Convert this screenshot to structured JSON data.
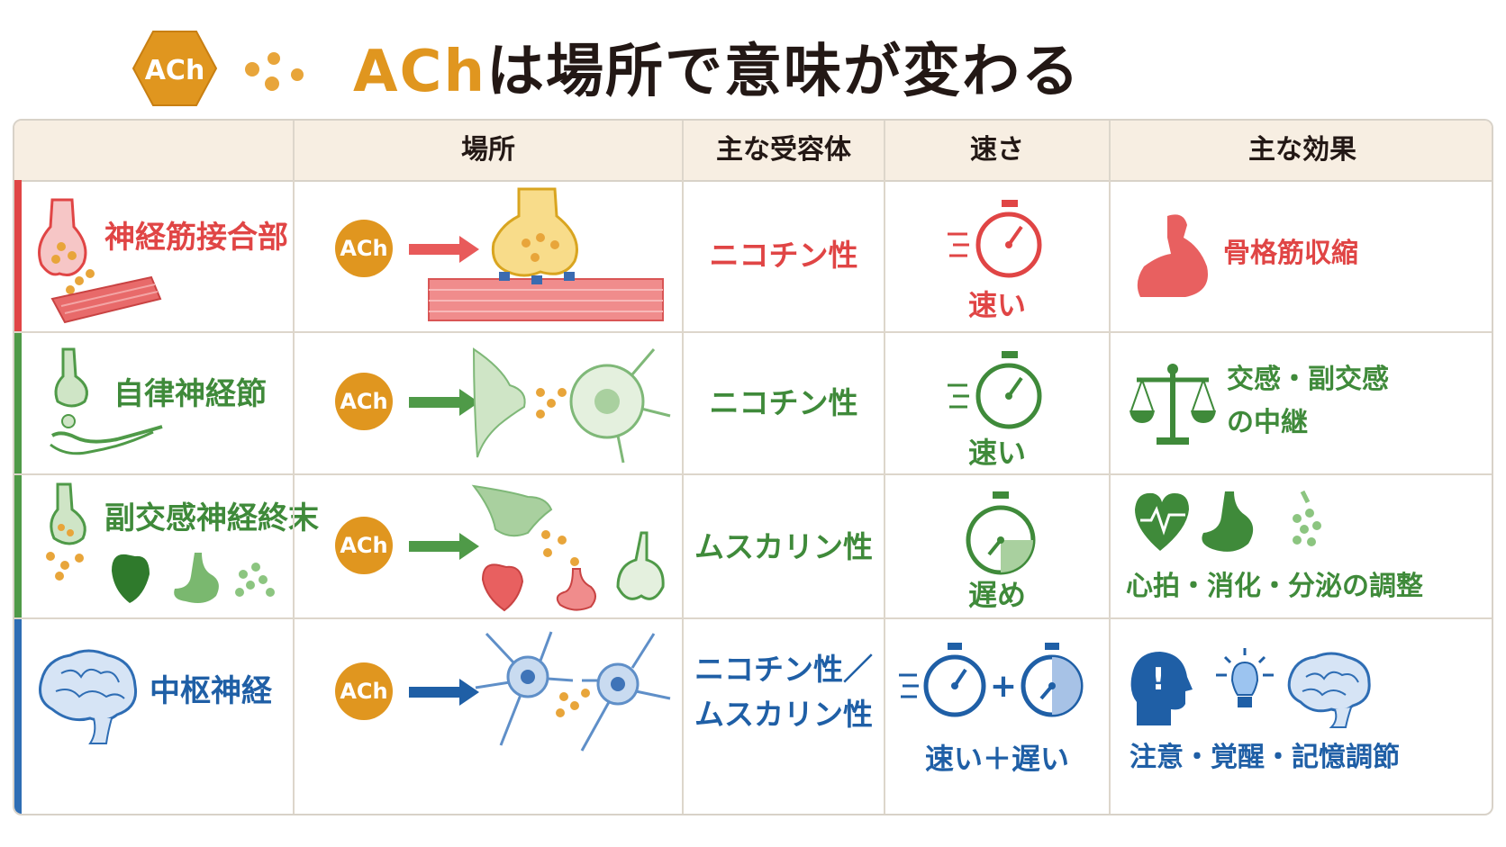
{
  "title": {
    "ach": "ACh",
    "rest": "は場所で意味が変わる"
  },
  "badge": "ACh",
  "headers": [
    "場所",
    "主な受容体",
    "速さ",
    "主な効果"
  ],
  "rows": [
    {
      "site": "神経筋接合部",
      "receptor": [
        "ニコチン性"
      ],
      "speed": "速い",
      "effect": [
        "骨格筋収縮"
      ],
      "color": "#e04545"
    },
    {
      "site": "自律神経節",
      "receptor": [
        "ニコチン性"
      ],
      "speed": "速い",
      "effect": [
        "交感・副交感",
        "の中継"
      ],
      "color": "#3f8a3a"
    },
    {
      "site": "副交感神経終末",
      "receptor": [
        "ムスカリン性"
      ],
      "speed": "遅め",
      "effect": [
        "心拍・消化・分泌の調整"
      ],
      "color": "#3f8a3a"
    },
    {
      "site": "中枢神経",
      "receptor": [
        "ニコチン性／",
        "ムスカリン性"
      ],
      "speed": "速い＋遅い",
      "effect": [
        "注意・覚醒・記憶調節"
      ],
      "color": "#1f5fa6"
    }
  ],
  "ach_label": "ACh",
  "colors": {
    "accent": "#e0961f",
    "red": "#e04545",
    "green": "#3f8a3a",
    "blue": "#1f5fa6"
  }
}
